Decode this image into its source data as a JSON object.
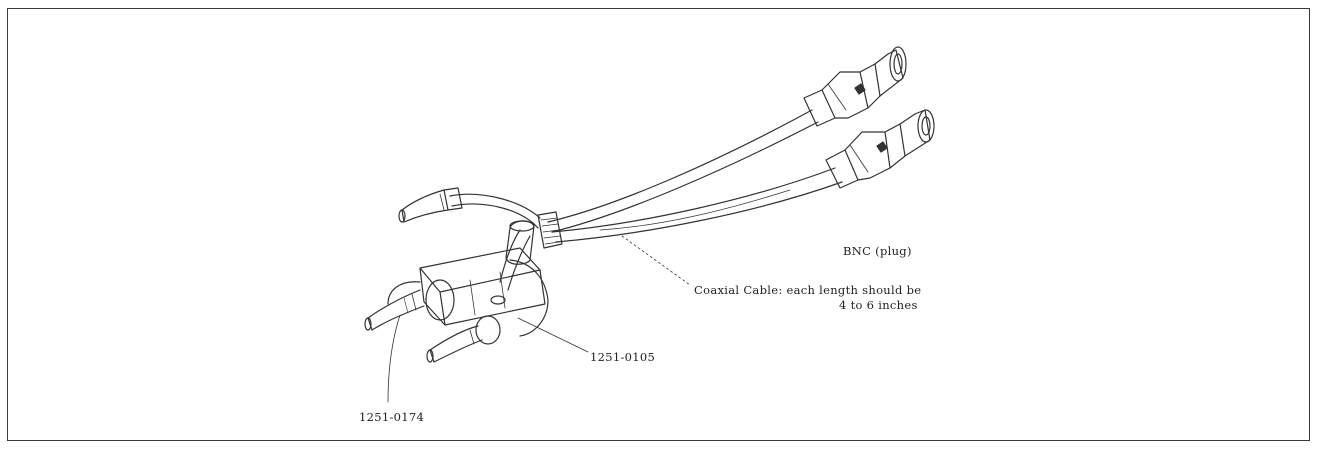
{
  "labels": {
    "bnc_plug": "BNC (plug)",
    "coaxial_cable_line1": "Coaxial Cable: each length should be",
    "coaxial_cable_line2": "4 to 6 inches",
    "part_1251_0105": "1251-0105",
    "part_1251_0174": "1251-0174"
  }
}
